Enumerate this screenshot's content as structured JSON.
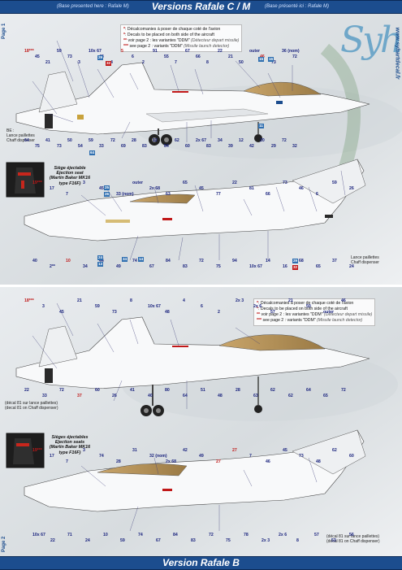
{
  "page1": {
    "page_label": "Page 1",
    "banner_note_left": "(Base presented here : Rafale M)",
    "banner_title": "Versions Rafale C / M",
    "banner_note_right": "(Base présenté ici : Rafale M)",
    "legend": [
      {
        "mark": "*",
        "text": ": Décalcomanies à poser de chaque coté de l'avion",
        "alt": ""
      },
      {
        "mark": "*",
        "text": ": Decals to be placed on both side of the aircraft",
        "alt": ""
      },
      {
        "mark": "**",
        "text": " voir page 2 : les variantes \"DDM\"",
        "alt": "(Détecteur depart missile)"
      },
      {
        "mark": "***",
        "text": " see page 2 : variants \"DDM\"",
        "alt": "(Missile launch detector)"
      }
    ],
    "logo": {
      "letters": "Syh@t",
      "url": "www.syhartdecal.fr"
    },
    "seat": {
      "lines": [
        "Siège éjectable",
        "Ejection seat",
        "(Martin Baker MK16",
        "type F16F)"
      ]
    },
    "chaff_left": [
      "BE :",
      "Lance paillettes",
      "Chaff dispenser"
    ],
    "chaff_right": [
      "Lance paillettes",
      "Chaff dispenser"
    ],
    "top_callouts": [
      "18***",
      "45",
      "21",
      "59",
      "73",
      "3",
      "10x 67",
      "48",
      "4",
      "5",
      "6",
      "2",
      "91",
      "55",
      "7",
      "67",
      "66",
      "8",
      "22",
      "21",
      "50",
      "outer",
      "46",
      "73",
      "36 (nom)",
      "72",
      "64",
      "75",
      "41",
      "73",
      "50",
      "54",
      "59",
      "33",
      "72",
      "69",
      "28",
      "83",
      "12",
      "84",
      "62",
      "60",
      "2x 67",
      "83",
      "34",
      "39",
      "12",
      "42",
      "20",
      "29",
      "72",
      "32"
    ],
    "bottom_callouts": [
      "19***",
      "17",
      "7",
      "3",
      "45",
      "33 (nom)",
      "outer",
      "2x 68",
      "63",
      "65",
      "45",
      "77",
      "22",
      "81",
      "66",
      "73",
      "46",
      "6",
      "59",
      "26",
      "40",
      "2**",
      "10",
      "34",
      "44",
      "49",
      "74",
      "67",
      "84",
      "83",
      "72",
      "75",
      "94",
      "10x 67",
      "14",
      "16",
      "68",
      "65",
      "37",
      "24"
    ],
    "badges_top": [
      {
        "t": "29",
        "c": "#2f6fb0"
      },
      {
        "t": "32",
        "c": "#c01818"
      },
      {
        "t": "15",
        "c": "#2f6fb0"
      },
      {
        "t": "16",
        "c": "#2f6fb0"
      },
      {
        "t": "64",
        "c": "#2f6fb0"
      },
      {
        "t": "11",
        "c": "#2f6fb0"
      },
      {
        "t": "25",
        "c": "#2f6fb0"
      },
      {
        "t": "26",
        "c": "#2f6fb0"
      }
    ],
    "badges_bottom": [
      {
        "t": "24",
        "c": "#2f6fb0"
      },
      {
        "t": "13",
        "c": "#2f6fb0"
      },
      {
        "t": "29",
        "c": "#2f6fb0"
      },
      {
        "t": "32",
        "c": "#c01818"
      },
      {
        "t": "34",
        "c": "#2f6fb0"
      },
      {
        "t": "14",
        "c": "#2f6fb0"
      }
    ]
  },
  "page2": {
    "page_label": "Page 2",
    "banner_title": "Version Rafale B",
    "legend": [
      {
        "mark": "*",
        "text": ": Décalcomanies à poser de chaque coté de l'avion",
        "alt": ""
      },
      {
        "mark": "*",
        "text": ": Decals to be placed on both side of the aircraft",
        "alt": ""
      },
      {
        "mark": "**",
        "text": " voir page 2 : les variantes \"DDM\"",
        "alt": "(Détecteur depart missile)"
      },
      {
        "mark": "***",
        "text": " see page 2 : variants \"DDM\"",
        "alt": "(Missile launch detector)"
      }
    ],
    "seat": {
      "lines": [
        "Sièges éjectables",
        "Ejection seats",
        "(Martin Baker MK16",
        "type F16F)"
      ]
    },
    "chaff_left": [
      "(décal 81 sur lance paillettes)",
      "(decal 81 on Chaff dispenser)"
    ],
    "chaff_right": [
      "(décal 81 sur lance paillettes)",
      "(decal 81 on Chaff dispenser)"
    ],
    "top_callouts": [
      "18***",
      "3",
      "45",
      "21",
      "59",
      "73",
      "8",
      "10x 67",
      "48",
      "4",
      "6",
      "2",
      "2x 3",
      "2x 6",
      "57",
      "21",
      "50",
      "outer",
      "46",
      "22",
      "33",
      "72",
      "37",
      "60",
      "26",
      "41",
      "40",
      "80",
      "64",
      "51",
      "48",
      "28",
      "63",
      "62",
      "62",
      "64",
      "65",
      "72"
    ],
    "bottom_callouts": [
      "19***",
      "17",
      "7",
      "3",
      "74",
      "28",
      "31",
      "32 (nom)",
      "2x 68",
      "42",
      "49",
      "27",
      "27",
      "7",
      "46",
      "45",
      "73",
      "48",
      "62",
      "60",
      "10x 67",
      "22",
      "71",
      "24",
      "10",
      "59",
      "74",
      "67",
      "84",
      "83",
      "72",
      "75",
      "78",
      "2x 3",
      "2x 6",
      "8",
      "57",
      "53",
      "56"
    ]
  }
}
